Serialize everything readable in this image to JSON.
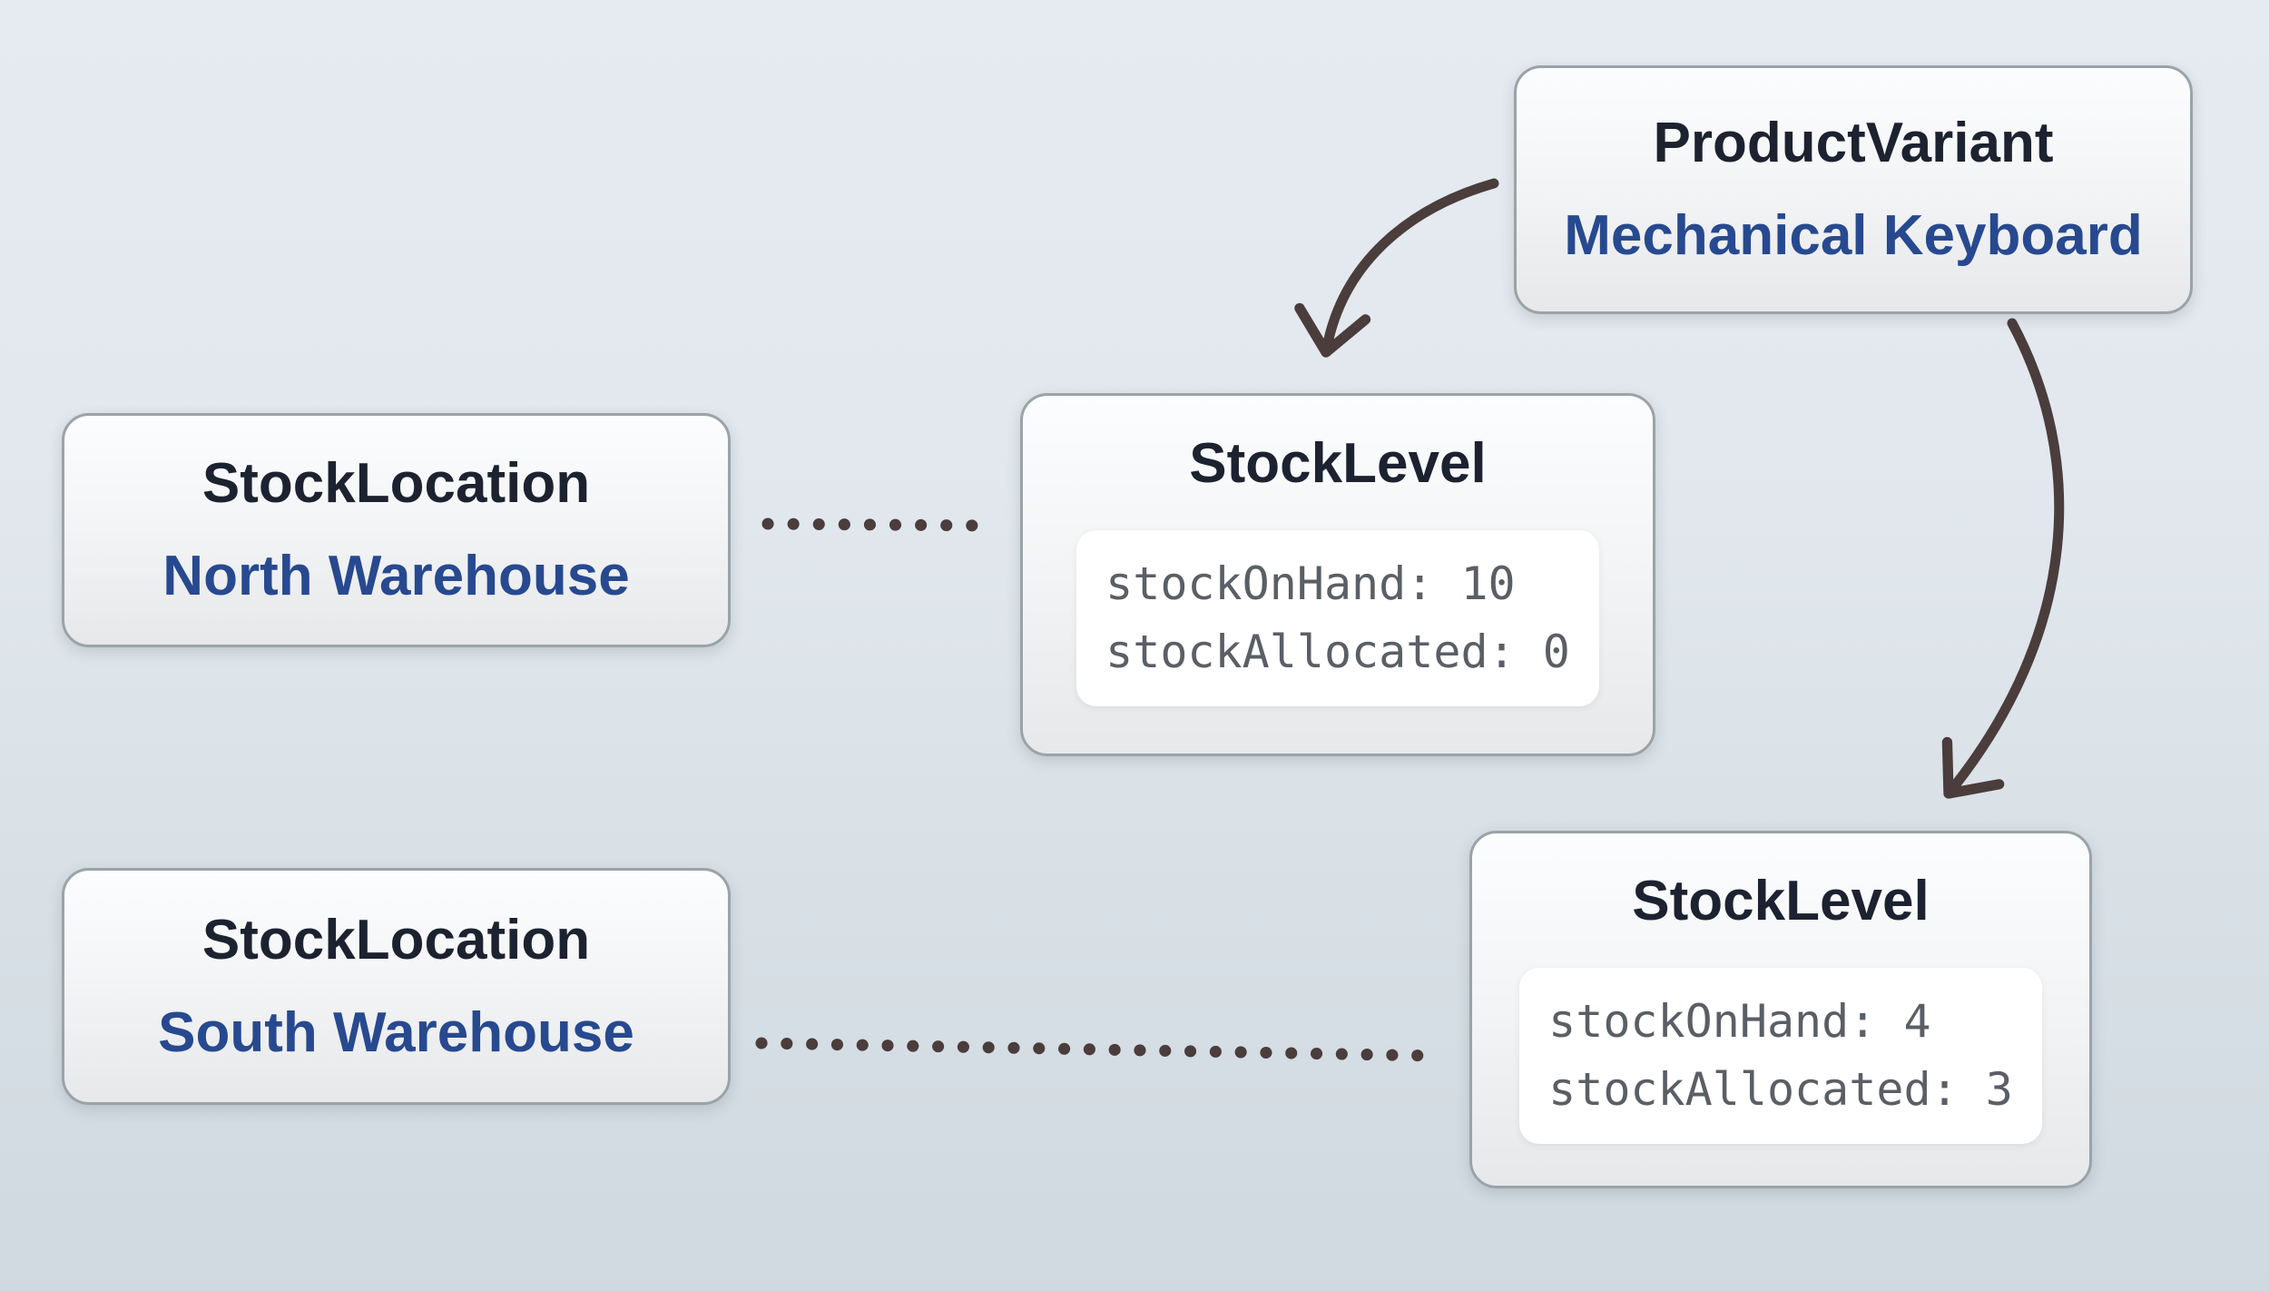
{
  "diagram": {
    "product_variant": {
      "title": "ProductVariant",
      "subtitle": "Mechanical Keyboard"
    },
    "stock_level_north": {
      "title": "StockLevel",
      "fields": {
        "line1": "stockOnHand: 10",
        "line2": "stockAllocated: 0"
      }
    },
    "stock_level_south": {
      "title": "StockLevel",
      "fields": {
        "line1": "stockOnHand: 4",
        "line2": "stockAllocated: 3"
      }
    },
    "stock_location_north": {
      "title": "StockLocation",
      "subtitle": "North Warehouse"
    },
    "stock_location_south": {
      "title": "StockLocation",
      "subtitle": "South Warehouse"
    }
  },
  "colors": {
    "background_top": "#e6ebf1",
    "background_bottom": "#cfd9df",
    "box_fill_top": "#fcfdfe",
    "box_fill_bottom": "#e7e8ea",
    "box_border": "#9aa3a8",
    "title_text": "#1c2230",
    "subtitle_blue": "#27498f",
    "mono_text": "#5a5f66",
    "code_box_fill": "#ffffff",
    "connector": "#4a3d3b"
  }
}
